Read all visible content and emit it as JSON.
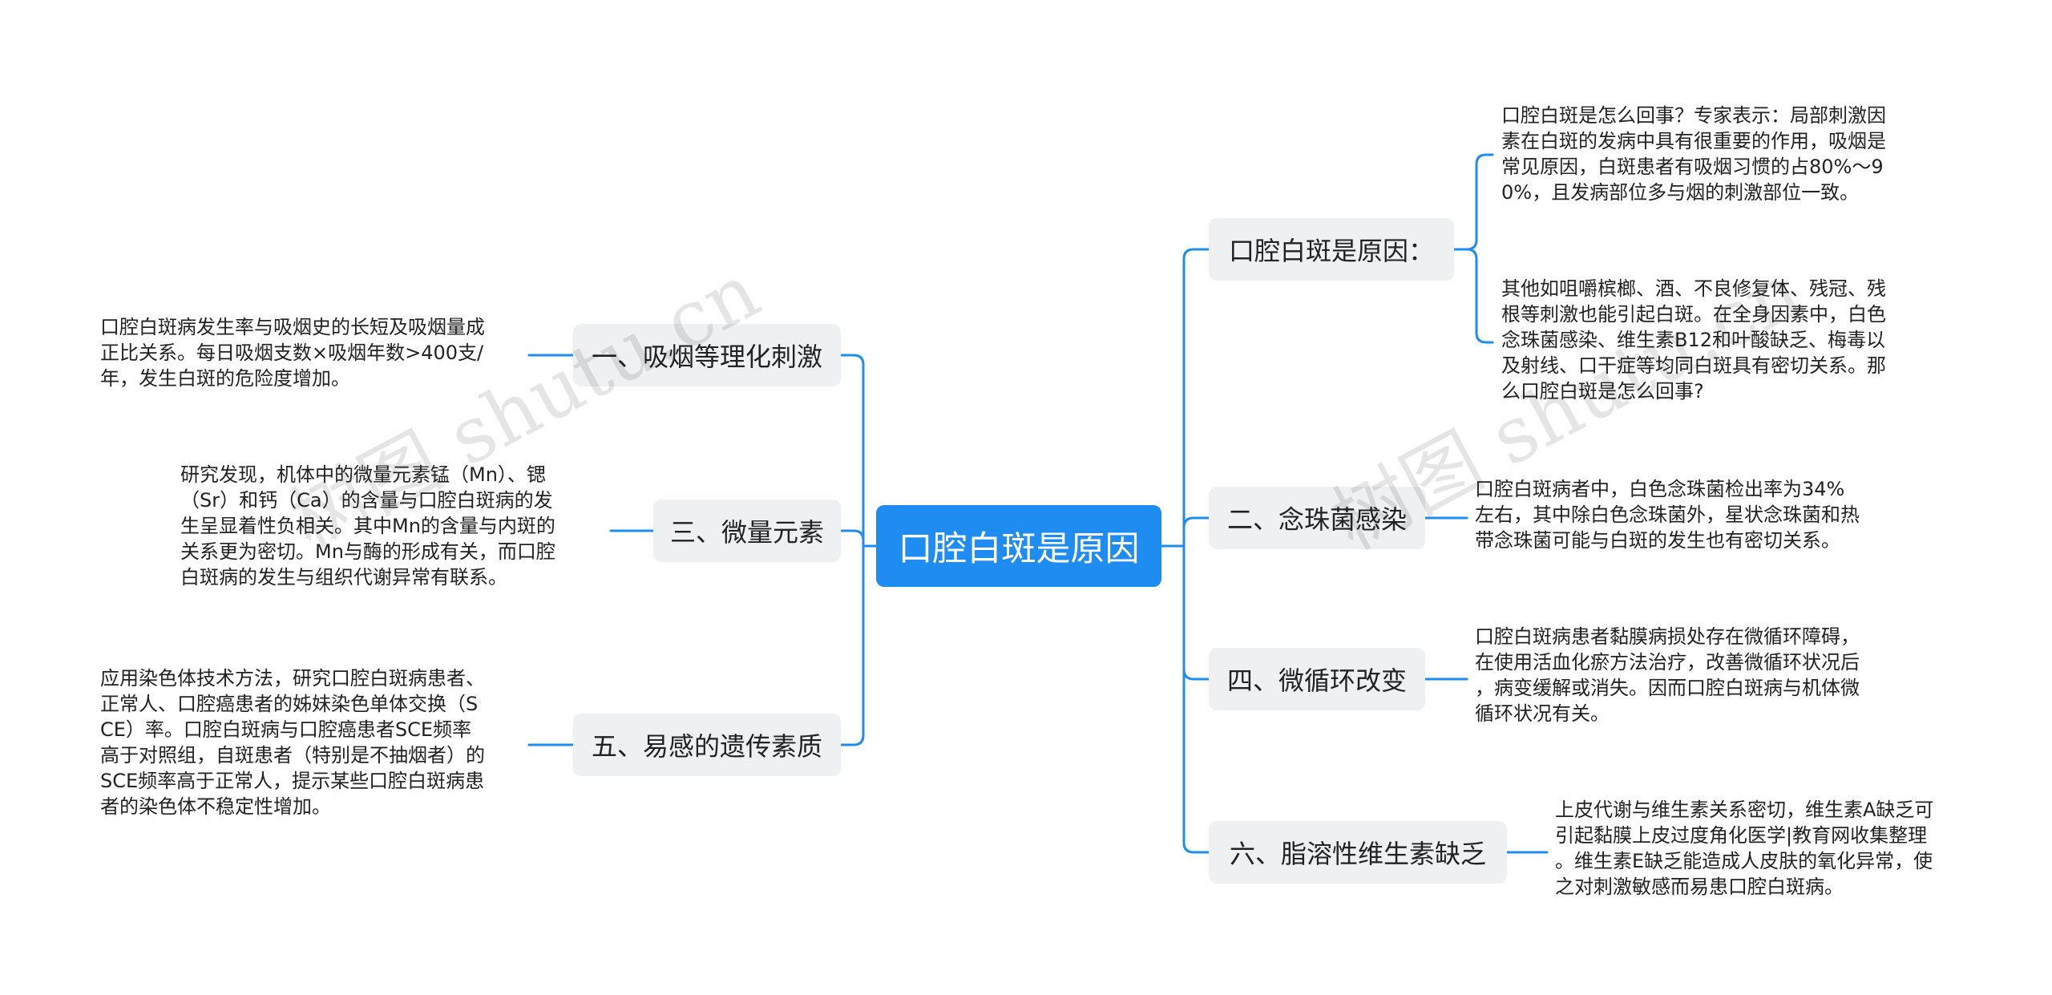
{
  "root": {
    "label": "口腔白斑是原因"
  },
  "branches": [
    {
      "label": "一、吸烟等理化刺激",
      "text": [
        "口腔白斑病发生率与吸烟史的长短及吸烟量成",
        "正比关系。每日吸烟支数×吸烟年数>400支/",
        "年，发生白斑的危险度增加。"
      ]
    },
    {
      "label": "三、微量元素",
      "text": [
        "研究发现，机体中的微量元素锰（Mn）、锶",
        "（Sr）和钙（Ca）的含量与口腔白斑病的发",
        "生呈显着性负相关。其中Mn的含量与内斑的",
        "关系更为密切。Mn与酶的形成有关，而口腔",
        "白斑病的发生与组织代谢异常有联系。"
      ]
    },
    {
      "label": "五、易感的遗传素质",
      "text": [
        "应用染色体技术方法，研究口腔白斑病患者、",
        "正常人、口腔癌患者的姊妹染色单体交换（S",
        "CE）率。口腔白斑病与口腔癌患者SCE频率",
        "高于对照组，自斑患者（特别是不抽烟者）的",
        "SCE频率高于正常人，提示某些口腔白斑病患",
        "者的染色体不稳定性增加。"
      ]
    },
    {
      "label": "口腔白斑是原因：",
      "text_a": [
        "口腔白斑是怎么回事？专家表示：局部刺激因",
        "素在白斑的发病中具有很重要的作用，吸烟是",
        "常见原因，白斑患者有吸烟习惯的占80%～9",
        "0%，且发病部位多与烟的刺激部位一致。"
      ],
      "text_b": [
        "其他如咀嚼槟榔、酒、不良修复体、残冠、残",
        "根等刺激也能引起白斑。在全身因素中，白色",
        "念珠菌感染、维生素B12和叶酸缺乏、梅毒以",
        "及射线、口干症等均同白斑具有密切关系。那",
        "么口腔白斑是怎么回事?"
      ]
    },
    {
      "label": "二、念珠菌感染",
      "text": [
        "口腔白斑病者中，白色念珠菌检出率为34%",
        "左右，其中除白色念珠菌外，星状念珠菌和热",
        "带念珠菌可能与白斑的发生也有密切关系。"
      ]
    },
    {
      "label": "四、微循环改变",
      "text": [
        "口腔白斑病患者黏膜病损处存在微循环障碍，",
        "在使用活血化瘀方法治疗，改善微循环状况后",
        "，病变缓解或消失。因而口腔白斑病与机体微",
        "循环状况有关。"
      ]
    },
    {
      "label": "六、脂溶性维生素缺乏",
      "text": [
        "上皮代谢与维生素关系密切，维生素A缺乏可",
        "引起黏膜上皮过度角化医学|教育网收集整理",
        "。维生素E缺乏能造成人皮肤的氧化异常，使",
        "之对刺激敏感而易患口腔白斑病。"
      ]
    }
  ],
  "watermarks": [
    "树图 shutu.cn",
    "树图 shutu.cn"
  ],
  "colors": {
    "accent": "#1e8cf0",
    "branch_bg": "#eef0f2",
    "line": "#1e8cf0"
  }
}
